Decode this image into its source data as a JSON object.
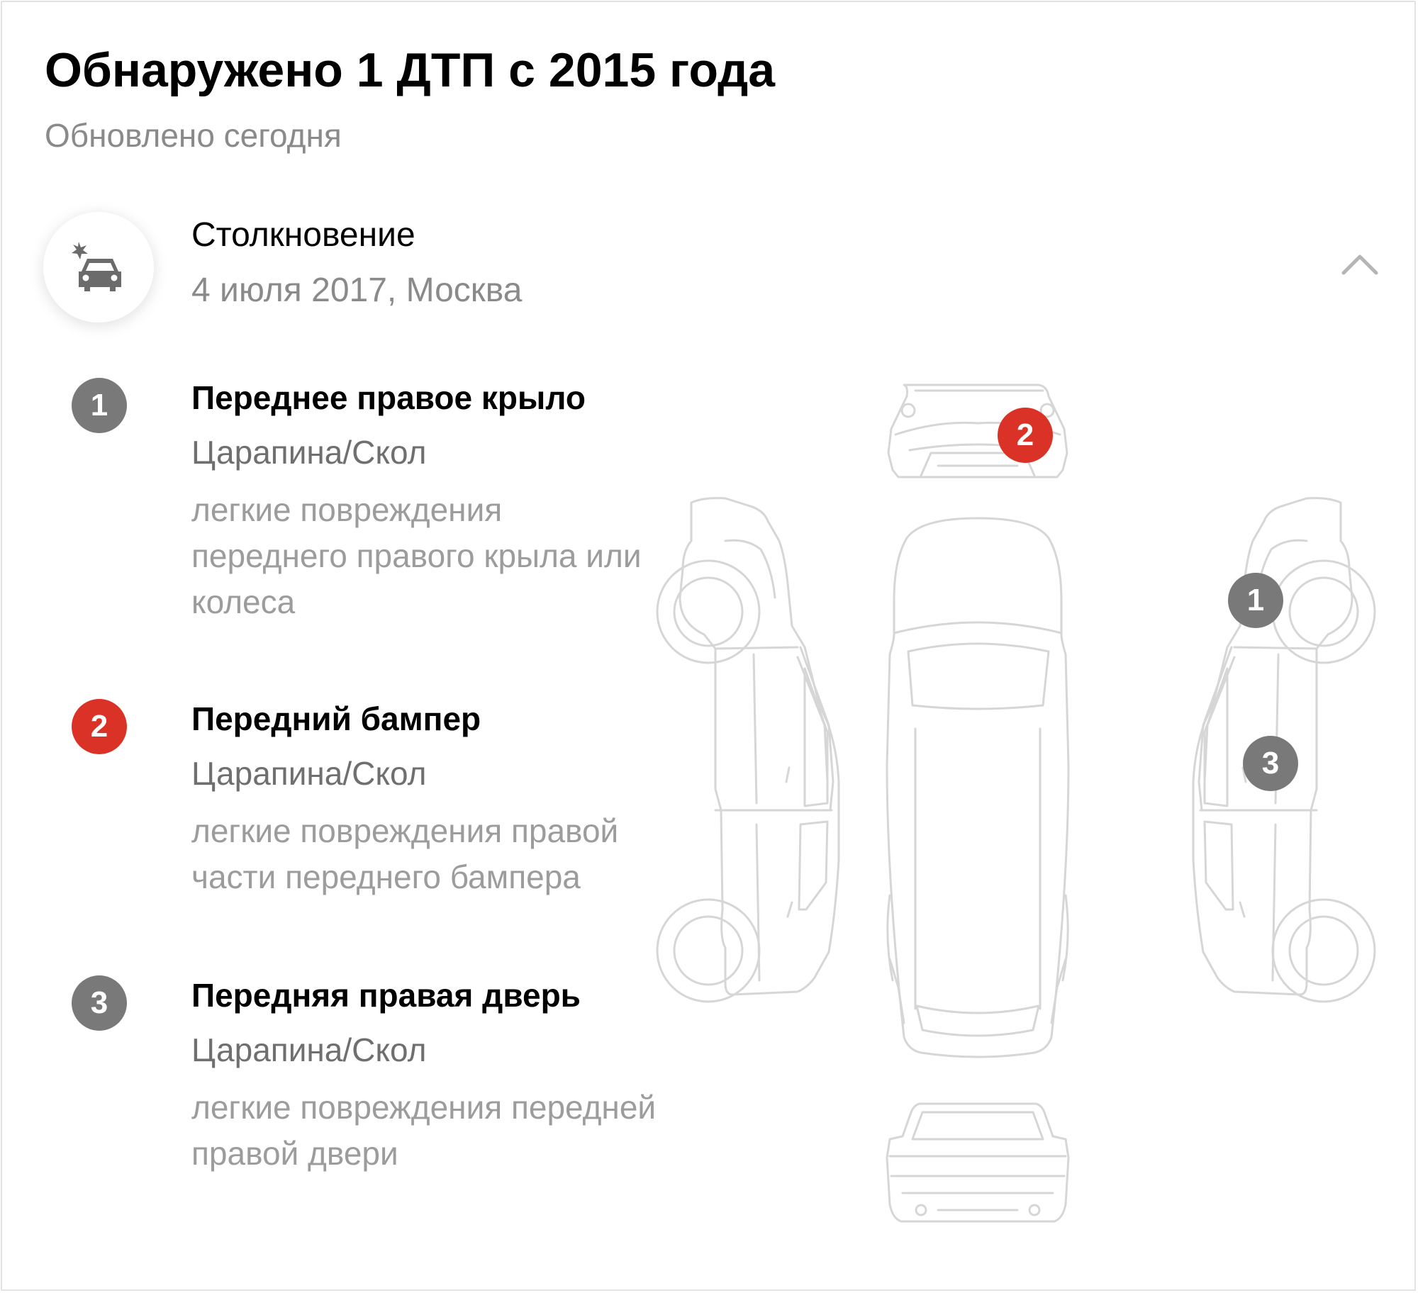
{
  "header": {
    "title": "Обнаружено 1 ДТП с 2015 года",
    "updated": "Обновлено сегодня"
  },
  "accident": {
    "icon": "car-crash-icon",
    "type": "Столкновение",
    "date_place": "4 июля 2017, Москва",
    "expanded": true,
    "collapse_icon": "chevron-up-icon"
  },
  "damages": [
    {
      "number": "1",
      "color": "#797979",
      "part": "Переднее правое крыло",
      "damage_type": "Царапина/Скол",
      "description": "легкие повреждения переднего правого крыла или колеса"
    },
    {
      "number": "2",
      "color": "#db3227",
      "part": "Передний бампер",
      "damage_type": "Царапина/Скол",
      "description": "легкие повреждения правой части переднего бампера"
    },
    {
      "number": "3",
      "color": "#797979",
      "part": "Передняя правая дверь",
      "damage_type": "Царапина/Скол",
      "description": "легкие повреждения передней правой двери"
    }
  ],
  "diagram": {
    "views": [
      "front",
      "top",
      "left-side",
      "right-side",
      "rear"
    ],
    "markers": [
      {
        "number": "2",
        "color": "#db3227",
        "view": "front"
      },
      {
        "number": "1",
        "color": "#797979",
        "view": "right-side"
      },
      {
        "number": "3",
        "color": "#797979",
        "view": "right-side"
      }
    ]
  }
}
